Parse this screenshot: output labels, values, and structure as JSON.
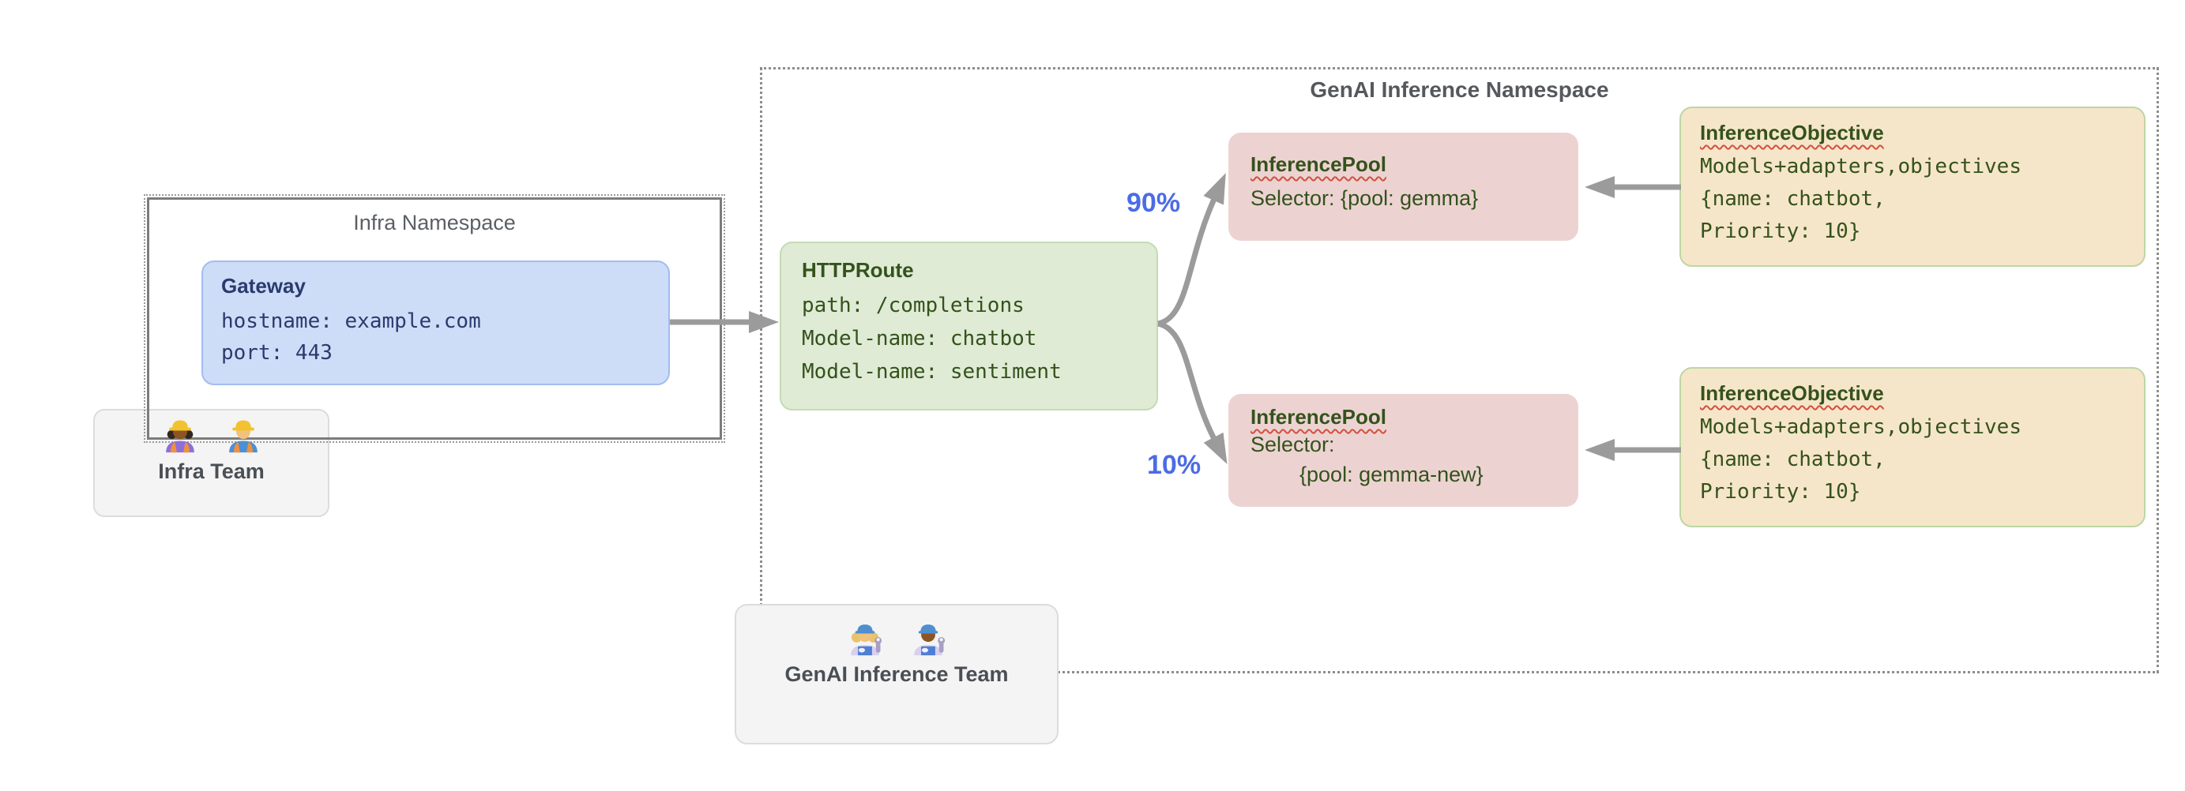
{
  "infra_namespace": {
    "title": "Infra Namespace"
  },
  "gateway": {
    "title": "Gateway",
    "line1": "hostname: example.com",
    "line2": "port: 443"
  },
  "infra_team": {
    "label": "Infra Team",
    "icon1": "woman-construction-worker-emoji",
    "icon2": "man-construction-worker-emoji"
  },
  "genai_namespace": {
    "title": "GenAI Inference Namespace"
  },
  "httproute": {
    "title": "HTTPRoute",
    "line1": "path: /completions",
    "line2": "Model-name: chatbot",
    "line3": "Model-name: sentiment"
  },
  "traffic": {
    "top_percent": "90%",
    "bottom_percent": "10%"
  },
  "inference_pool_top": {
    "title": "InferencePool",
    "line1": "Selector: {pool: gemma}"
  },
  "inference_pool_bottom": {
    "title": "InferencePool",
    "line1": "Selector:",
    "line2": "{pool: gemma-new}"
  },
  "inference_objective_top": {
    "title": "InferenceObjective",
    "line1": "Models+adapters,objectives",
    "line2": "{name: chatbot,",
    "line3": "Priority: 10}"
  },
  "inference_objective_bottom": {
    "title": "InferenceObjective",
    "line1": "Models+adapters,objectives",
    "line2": "{name: chatbot,",
    "line3": "Priority: 10}"
  },
  "genai_team": {
    "label": "GenAI Inference Team",
    "icon1": "woman-mechanic-emoji",
    "icon2": "man-mechanic-emoji"
  },
  "colors": {
    "accent_blue": "#4b6ce4",
    "gateway_text": "#2b3a6e",
    "dark_green_text": "#34521c",
    "arrow_gray": "#9b9b9b",
    "gateway_fill": "#cdddf8",
    "httproute_fill": "#dfebd5",
    "pool_fill": "#ecd3d1",
    "objective_fill": "#f6e6c9",
    "squiggle_red": "#d2503f",
    "namespace_border": "#7c7c7c"
  }
}
